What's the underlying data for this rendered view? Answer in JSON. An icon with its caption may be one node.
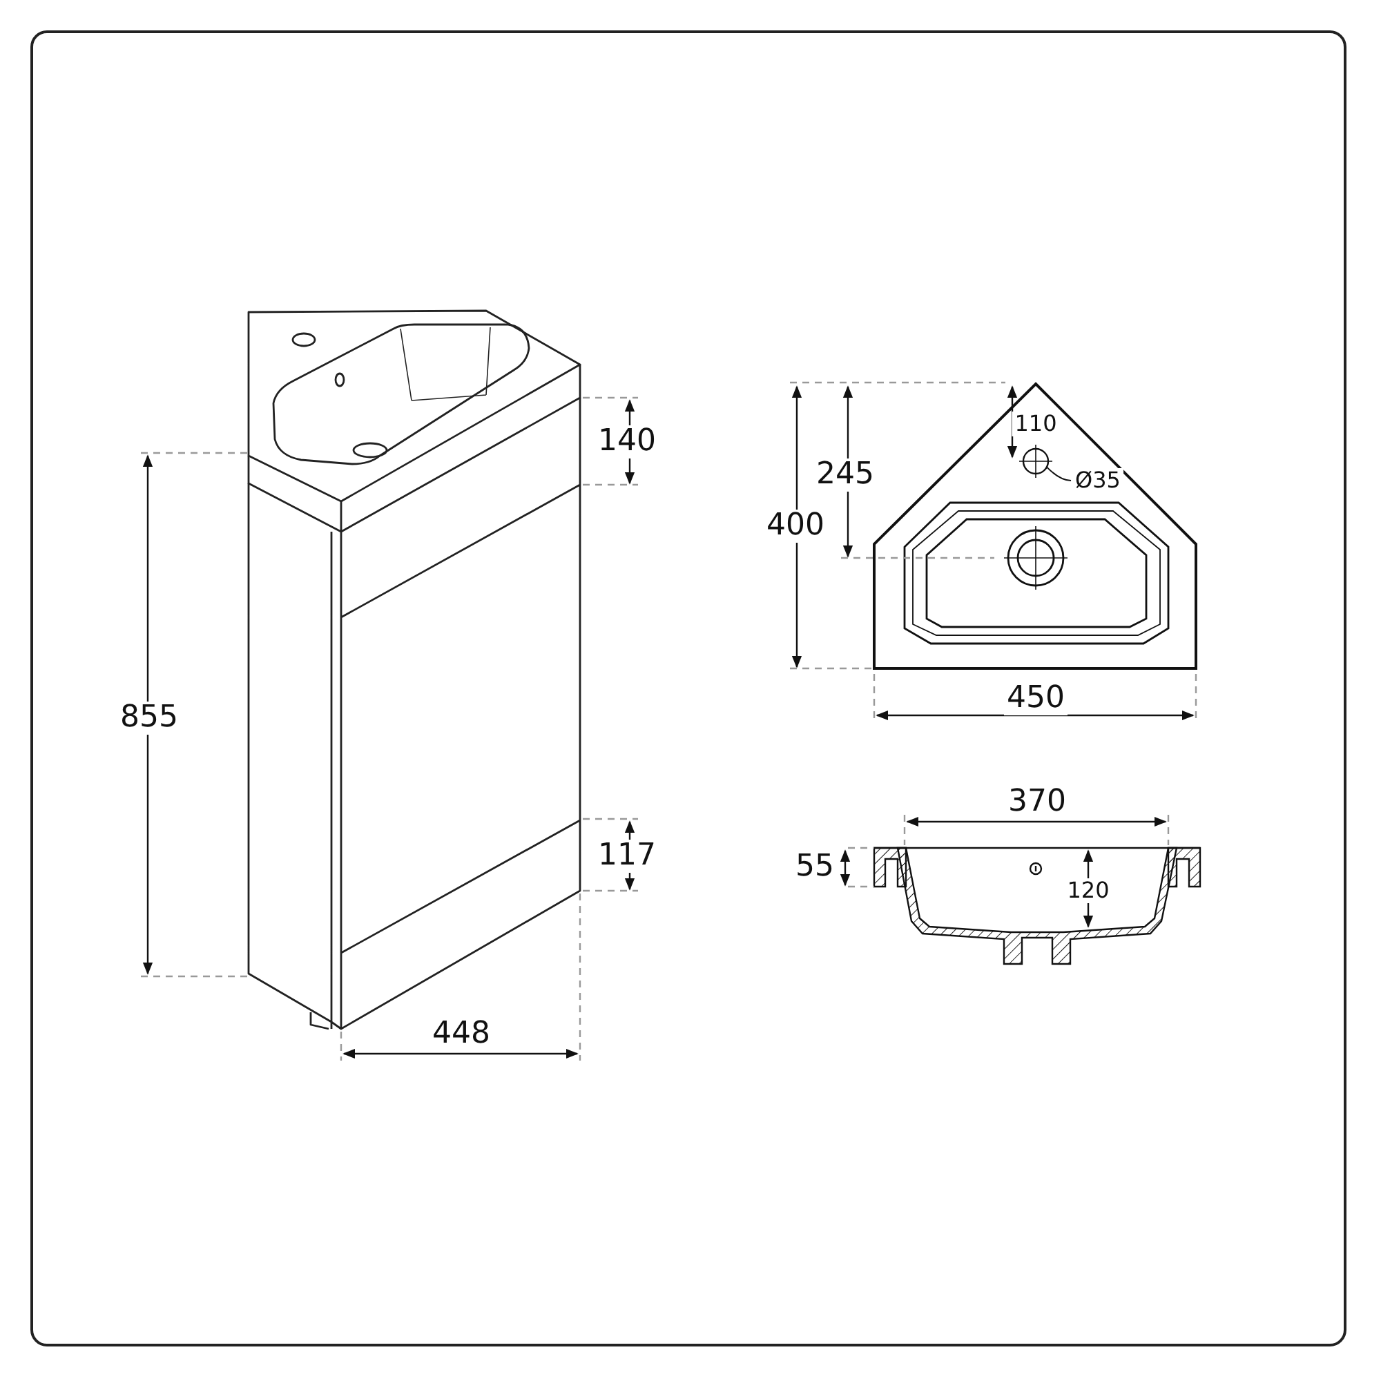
{
  "diagram": {
    "nodes": [
      {
        "text": [
          "Ø35"
        ]
      },
      {
        "text": [],
        "shape": "circle"
      }
    ],
    "edges": [
      {
        "from": 0,
        "to": 1,
        "arrow": "none"
      }
    ],
    "labels": [
      "140",
      "855",
      "117",
      "448",
      "245",
      "110",
      "400",
      "450",
      "370",
      "55",
      "120"
    ]
  }
}
